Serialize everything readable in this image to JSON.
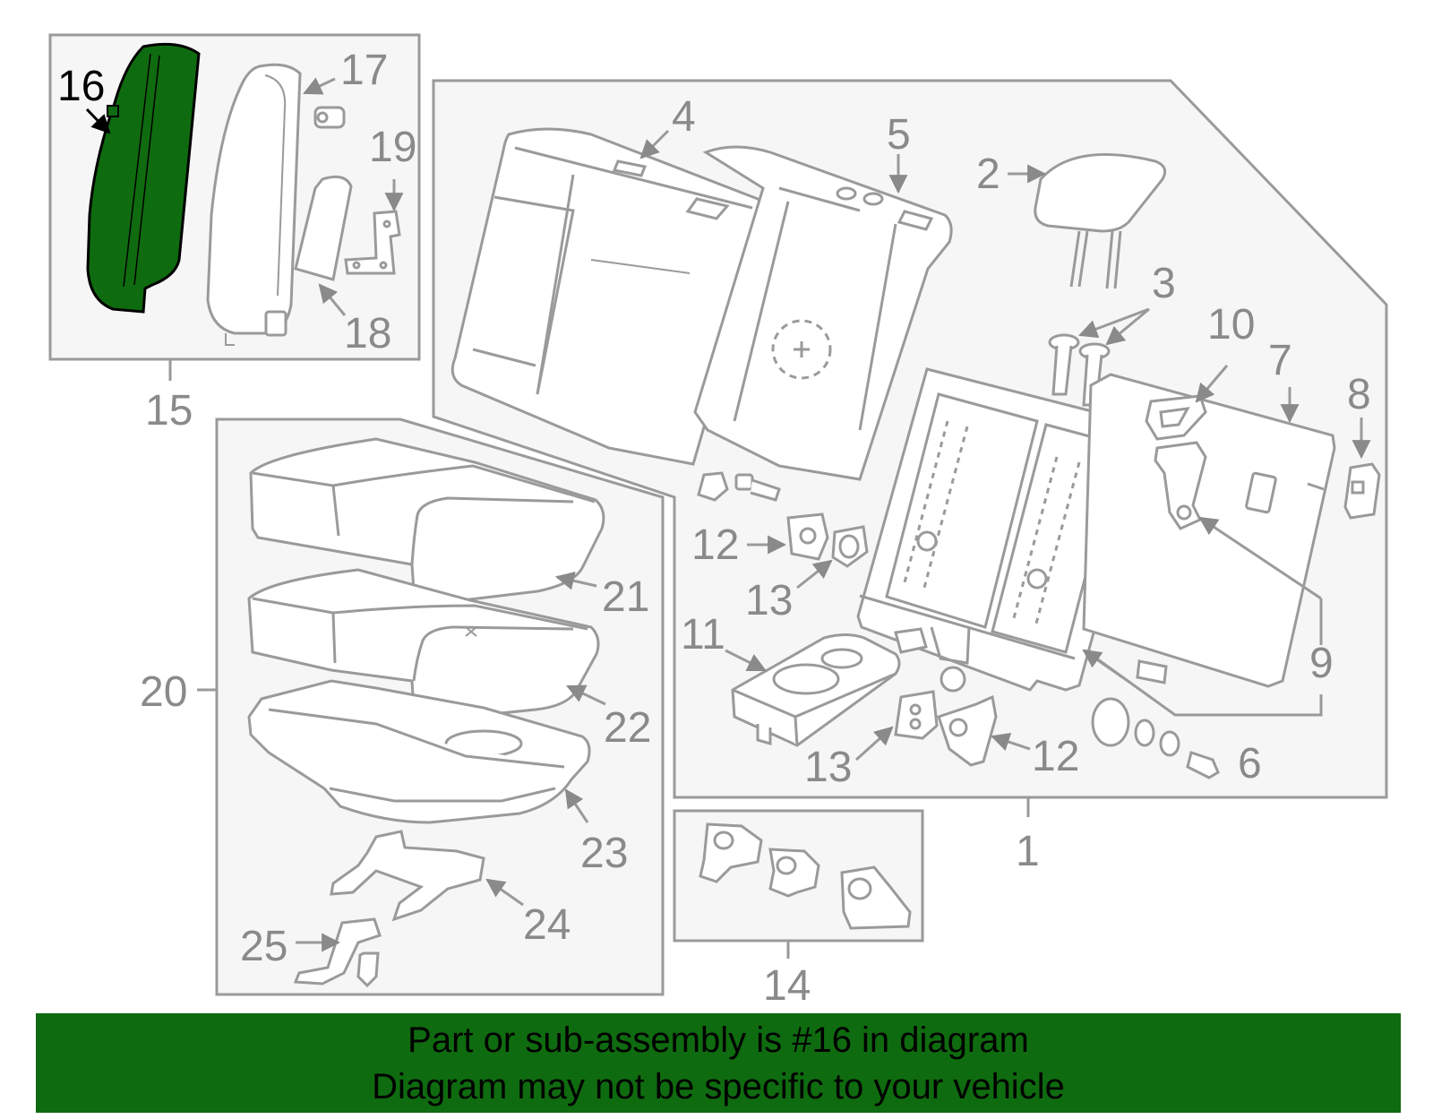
{
  "diagram": {
    "callouts": {
      "c1": "1",
      "c2": "2",
      "c3": "3",
      "c4": "4",
      "c5": "5",
      "c6": "6",
      "c7": "7",
      "c8": "8",
      "c9": "9",
      "c10": "10",
      "c11": "11",
      "c12a": "12",
      "c12b": "12",
      "c13a": "13",
      "c13b": "13",
      "c14": "14",
      "c15": "15",
      "c16": "16",
      "c17": "17",
      "c18": "18",
      "c19": "19",
      "c20": "20",
      "c21": "21",
      "c22": "22",
      "c23": "23",
      "c24": "24",
      "c25": "25"
    },
    "highlighted_part": "16"
  },
  "banner": {
    "line1": "Part or sub-assembly is #16 in diagram",
    "line2": "Diagram may not be specific to your vehicle"
  },
  "colors": {
    "highlight": "#0f6b0f",
    "line": "#9a9a9a",
    "panel_fill": "#f6f6f6",
    "text_gray": "#8a8a8a"
  }
}
